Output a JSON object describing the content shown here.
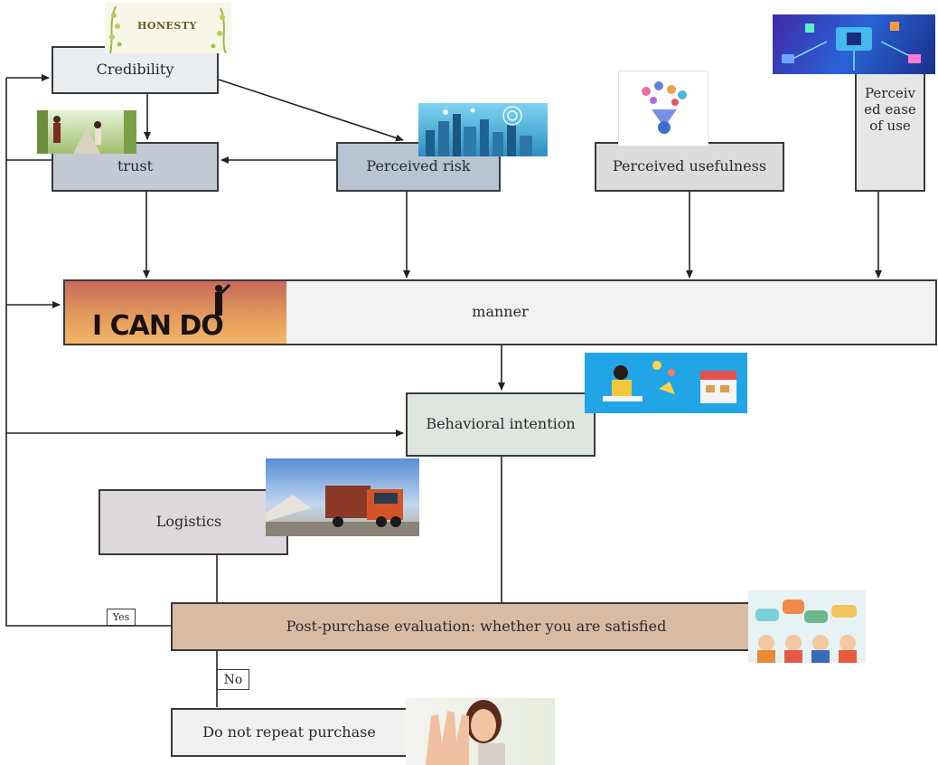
{
  "nodes": {
    "credibility": "Credibility",
    "trust": "trust",
    "perceived_risk": "Perceived risk",
    "perceived_usefulness": "Perceived usefulness",
    "perceived_ease_of_use": "Perceiv ed ease of use",
    "manner": "manner",
    "behavioral_intention": "Behavioral intention",
    "logistics": "Logistics",
    "post_purchase": "Post-purchase evaluation: whether you are satisfied",
    "do_not_repeat": "Do not repeat purchase"
  },
  "edges": {
    "yes_label": "Yes",
    "no_label": "No"
  },
  "images": {
    "honesty_text": "HONESTY",
    "icando_text": "I CAN DO"
  },
  "colors": {
    "credibility_fill": "#e9edef",
    "trust_fill": "#c3cad6",
    "perceived_risk_fill": "#b8c4d4",
    "perceived_usefulness_fill": "#dcdcdc",
    "ease_fill": "#e6e6e6",
    "manner_fill": "#f2f2f2",
    "behavioral_fill": "#dfe6e0",
    "logistics_fill": "#dcd8dc",
    "post_purchase_fill": "#d9bba4",
    "do_not_repeat_fill": "#f0f0f0"
  }
}
